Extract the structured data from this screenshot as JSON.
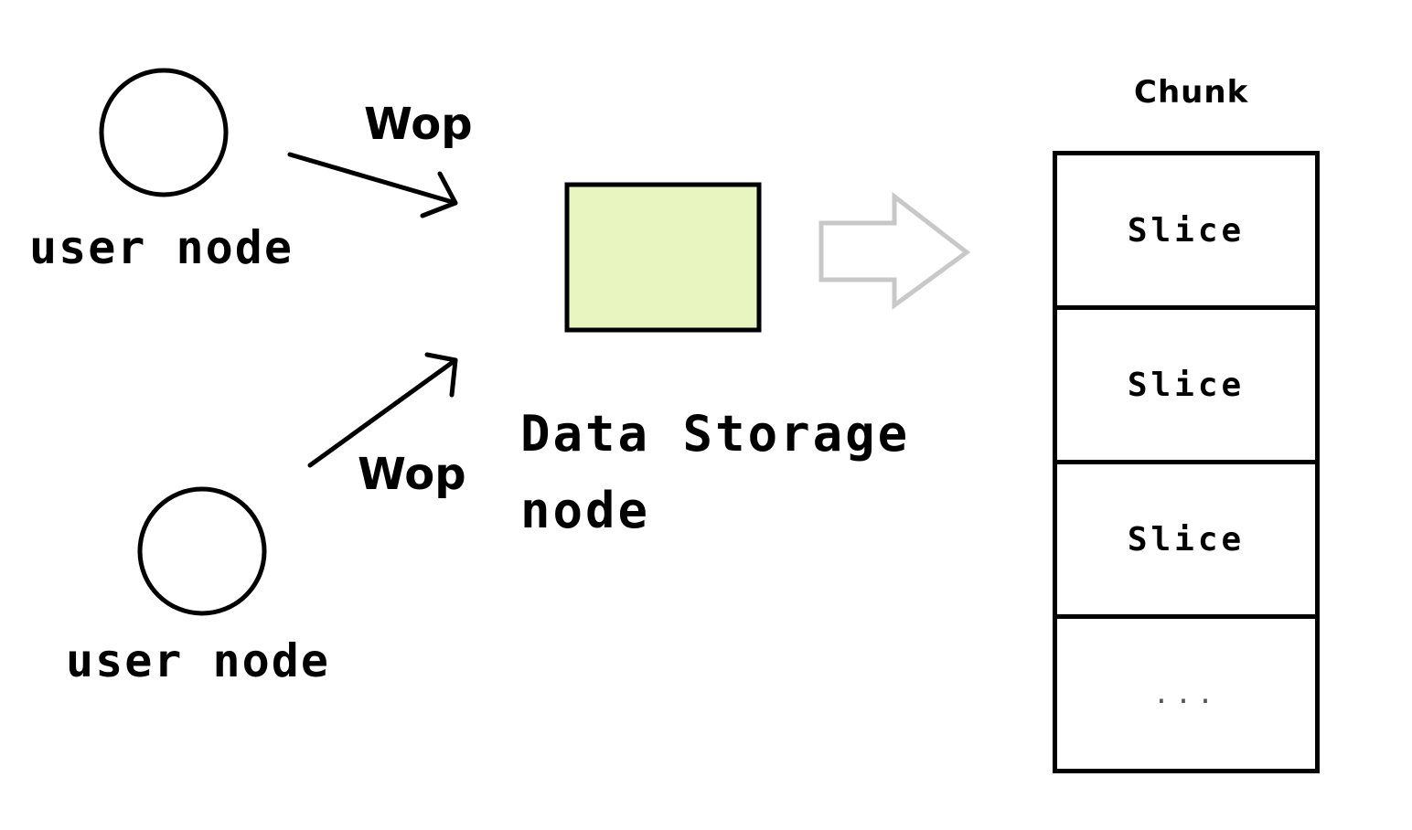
{
  "user_nodes": [
    {
      "label": "user node",
      "arrow_label": "Wop"
    },
    {
      "label": "user node",
      "arrow_label": "Wop"
    }
  ],
  "storage_node": {
    "label_line1": "Data Storage",
    "label_line2": "node",
    "fill_color": "#e8f5c0"
  },
  "transfer_arrow": {
    "outline_color": "#c8c8c8"
  },
  "chunk": {
    "title": "Chunk",
    "cells": [
      "Slice",
      "Slice",
      "Slice",
      "..."
    ]
  }
}
